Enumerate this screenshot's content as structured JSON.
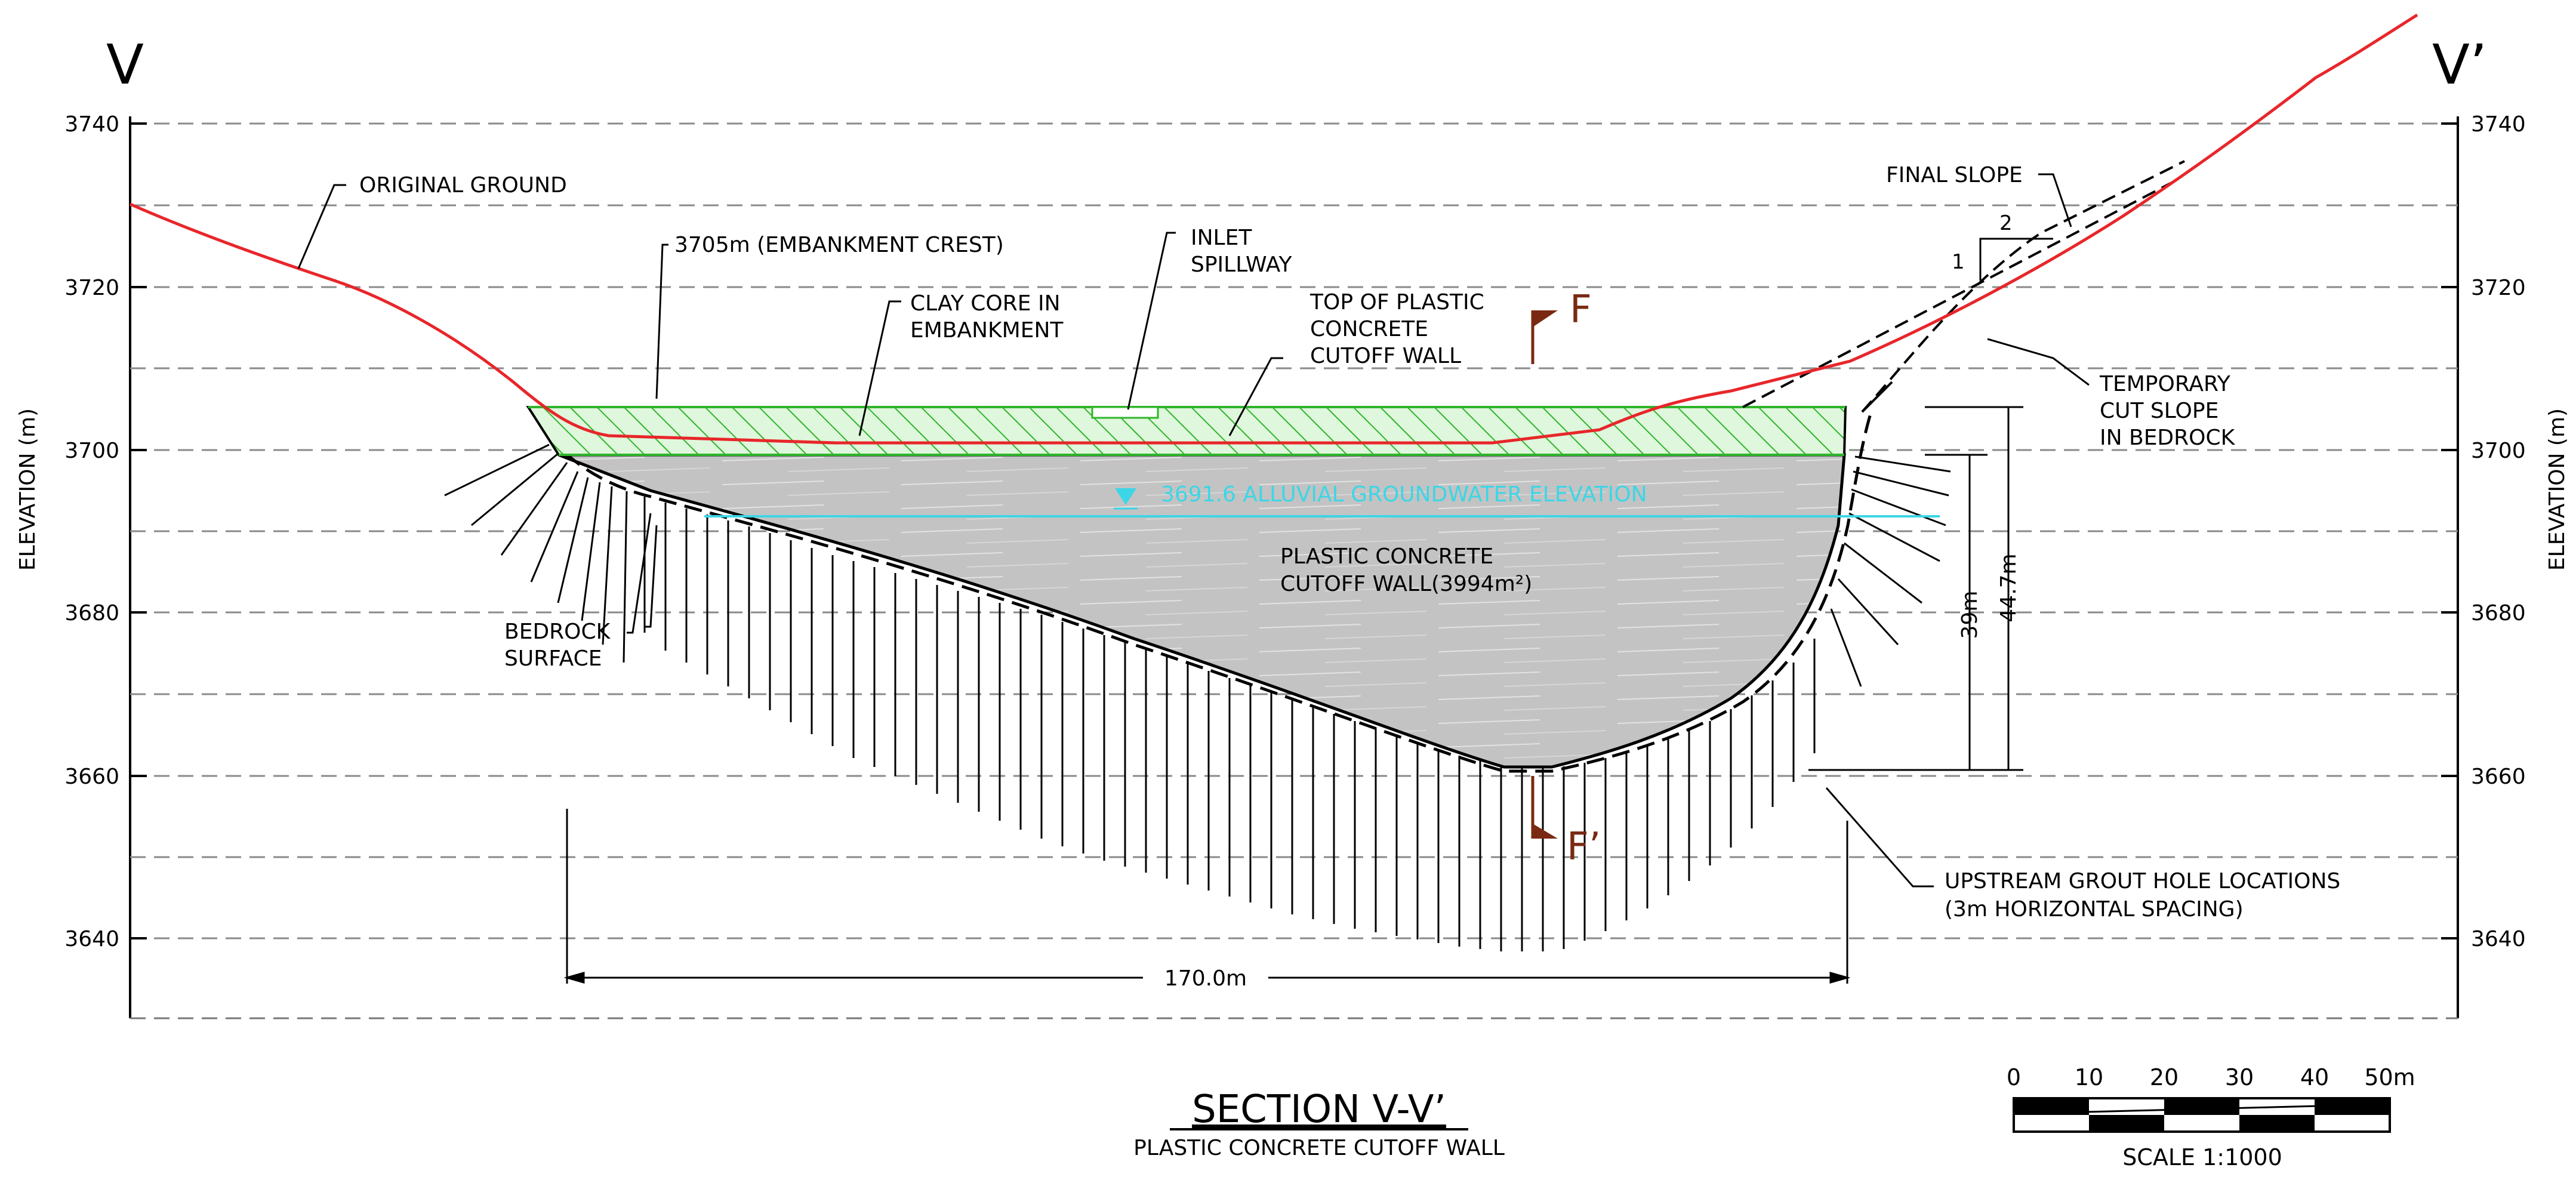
{
  "section_marks": {
    "left": "V",
    "right": "V’"
  },
  "axis": {
    "ylabel": "ELEVATION (m)",
    "ticks": [
      "3740",
      "3720",
      "3700",
      "3680",
      "3660",
      "3640"
    ]
  },
  "labels": {
    "original_ground": "ORIGINAL GROUND",
    "embankment_crest": "3705m (EMBANKMENT CREST)",
    "inlet_1": "INLET",
    "inlet_2": "SPILLWAY",
    "clay_core_1": "CLAY CORE IN",
    "clay_core_2": "EMBANKMENT",
    "top_wall_1": "TOP OF PLASTIC",
    "top_wall_2": "CONCRETE",
    "top_wall_3": "CUTOFF WALL",
    "final_slope": "FINAL SLOPE",
    "slope_h": "2",
    "slope_v": "1",
    "temp_cut_1": "TEMPORARY",
    "temp_cut_2": "CUT SLOPE",
    "temp_cut_3": "IN BEDROCK",
    "groundwater": "3691.6 ALLUVIAL GROUNDWATER ELEVATION",
    "wall_1": "PLASTIC CONCRETE",
    "wall_2": "CUTOFF WALL(3994m²)",
    "bedrock_1": "BEDROCK",
    "bedrock_2": "SURFACE",
    "dim_39": "39m",
    "dim_44": "44.7m",
    "dim_170": "170.0m",
    "grout_1": "UPSTREAM GROUT HOLE LOCATIONS",
    "grout_2": "(3m HORIZONTAL SPACING)",
    "cut_f": "F",
    "cut_f2": "F’"
  },
  "title": {
    "main": "SECTION V-V’",
    "sub": "PLASTIC CONCRETE CUTOFF WALL"
  },
  "scale": {
    "ticks": [
      "0",
      "10",
      "20",
      "30",
      "40",
      "50m"
    ],
    "caption": "SCALE 1:1000"
  },
  "colors": {
    "ground": "#e8262a",
    "clay_fill": "#dff7dc",
    "clay_hatch": "#2fb52a",
    "wall_fill": "#c3c3c3",
    "groundwater": "#3cd6e6",
    "section_mark": "#7a2a12"
  }
}
